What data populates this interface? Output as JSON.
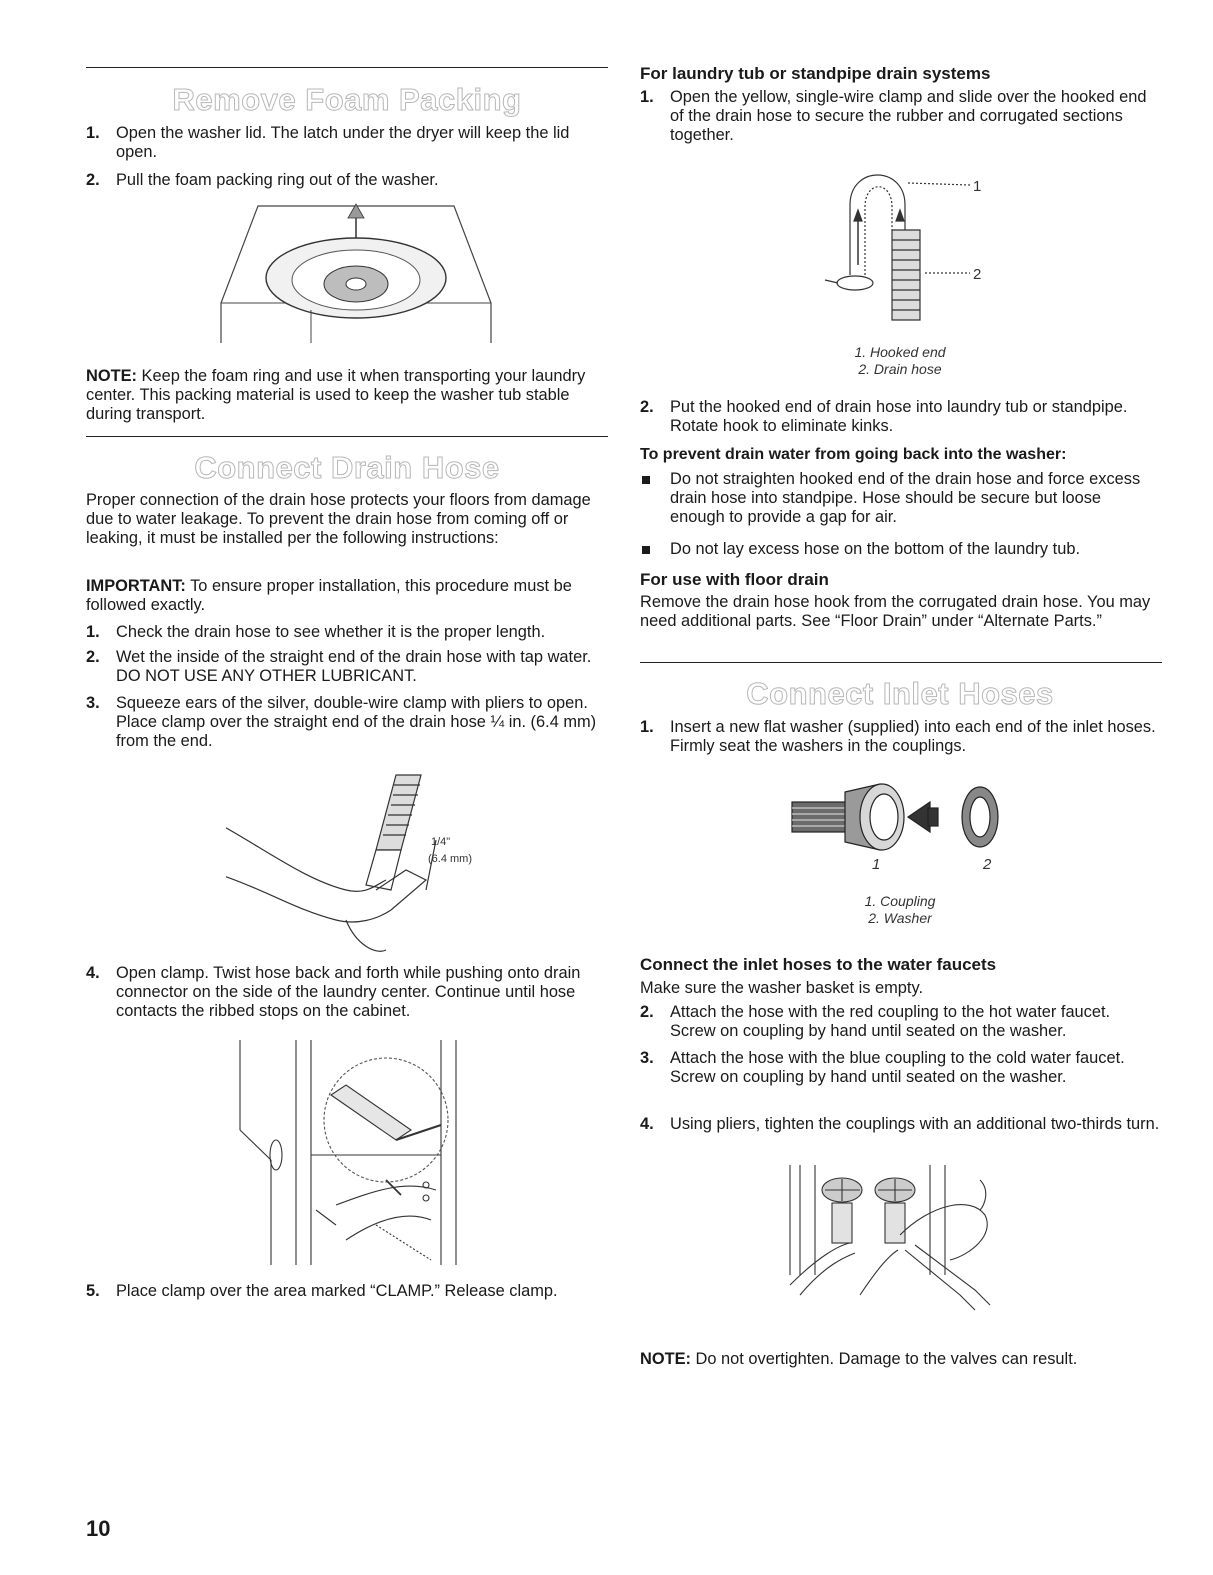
{
  "page_number": "10",
  "left": {
    "s1_title": "Remove Foam Packing",
    "s1_steps": [
      {
        "n": "1.",
        "text": "Open the washer lid. The latch under the dryer will keep the lid open."
      },
      {
        "n": "2.",
        "text": "Pull the foam packing ring out of the washer."
      }
    ],
    "s1_note_label": "NOTE:",
    "s1_note": " Keep the foam ring and use it when transporting your laundry center. This packing material is used to keep the washer tub stable during transport.",
    "s2_title": "Connect Drain Hose",
    "s2_intro": "Proper connection of the drain hose protects your floors from damage due to water leakage. To prevent the drain hose from coming off or leaking, it must be installed per the following instructions:",
    "s2_important_label": "IMPORTANT:",
    "s2_important": " To ensure proper installation, this procedure must be followed exactly.",
    "s2_steps": [
      {
        "n": "1.",
        "text": "Check the drain hose to see whether it is the proper length."
      },
      {
        "n": "2.",
        "text": "Wet the inside of the straight end of the drain hose with tap water. DO NOT USE ANY OTHER LUBRICANT."
      },
      {
        "n": "3.",
        "text": "Squeeze ears of the silver, double-wire clamp with pliers to open. Place clamp over the straight end of the drain hose ¼ in. (6.4 mm) from the end."
      }
    ],
    "fig_measure_a": "1/4\"",
    "fig_measure_b": "(6.4 mm)",
    "step4": {
      "n": "4.",
      "text": "Open clamp. Twist hose back and forth while pushing onto drain connector on the side of the laundry center. Continue until hose contacts the ribbed stops on the cabinet."
    },
    "step5": {
      "n": "5.",
      "text": "Place clamp over the area marked “CLAMP.” Release clamp."
    }
  },
  "right": {
    "h1": "For laundry tub or standpipe drain systems",
    "step1": {
      "n": "1.",
      "text": "Open the yellow, single-wire clamp and slide over the hooked end of the drain hose to secure the rubber and corrugated sections together."
    },
    "fig1_lbl1": "1",
    "fig1_lbl2": "2",
    "fig1_cap1": "1. Hooked end",
    "fig1_cap2": "2. Drain hose",
    "step2": {
      "n": "2.",
      "text": "Put the hooked end of drain hose into laundry tub or standpipe. Rotate hook to eliminate kinks."
    },
    "h2": "To prevent drain water from going back into the washer:",
    "bullets": [
      "Do not straighten hooked end of the drain hose and force excess drain hose into standpipe. Hose should be secure but loose enough to provide a gap for air.",
      "Do not lay excess hose on the bottom of the laundry tub."
    ],
    "h3": "For use with floor drain",
    "floor_text": "Remove the drain hose hook from the corrugated drain hose. You may need additional parts. See “Floor Drain” under “Alternate Parts.”",
    "s3_title": "Connect Inlet Hoses",
    "inlet_step1": {
      "n": "1.",
      "text": "Insert a new flat washer (supplied) into each end of the inlet hoses. Firmly seat the washers in the couplings."
    },
    "fig2_lbl1": "1",
    "fig2_lbl2": "2",
    "fig2_cap1": "1. Coupling",
    "fig2_cap2": "2. Washer",
    "h4": "Connect the inlet hoses to the water faucets",
    "faucet_intro": "Make sure the washer basket is empty.",
    "faucet_steps": [
      {
        "n": "2.",
        "text": "Attach the hose with the red coupling to the hot water faucet. Screw on coupling by hand until seated on the washer."
      },
      {
        "n": "3.",
        "text": "Attach the hose with the blue coupling to the cold water faucet. Screw on coupling by hand until seated on the washer."
      },
      {
        "n": "4.",
        "text": "Using pliers, tighten the couplings with an additional two-thirds turn."
      }
    ],
    "note_label": "NOTE:",
    "note": " Do not overtighten. Damage to the valves can result."
  }
}
